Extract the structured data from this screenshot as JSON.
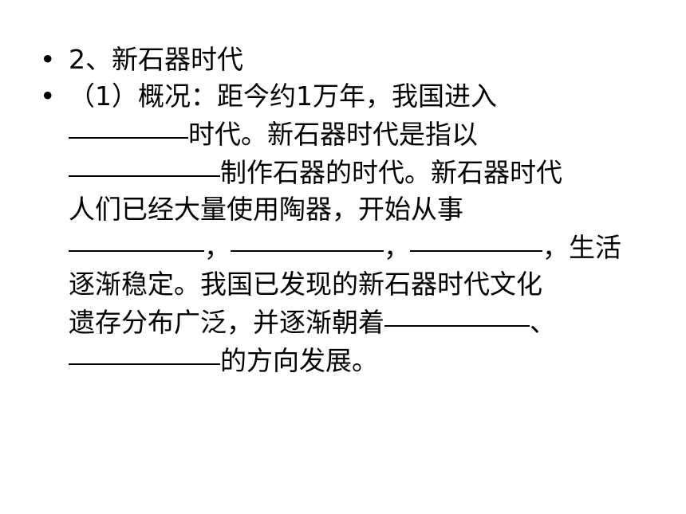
{
  "slide": {
    "bullet_symbol": "•",
    "heading": "2、新石器时代",
    "paragraph": {
      "l1": "（1）概况：距今约1万年，我国进入",
      "l2_end": "时代。新石器时代是指以",
      "l3_end": "制作石器的时代。新石器时代",
      "l4": "人们已经大量使用陶器，开始从事",
      "l5_sep1": "，",
      "l5_sep2": "，",
      "l5_end": "，生活",
      "l6": "逐渐稳定。我国已发现的新石器时代文化",
      "l7_start": "遗存分布广泛，并逐渐朝着",
      "l7_end": "、",
      "l8_end": "的方向发展。"
    }
  }
}
